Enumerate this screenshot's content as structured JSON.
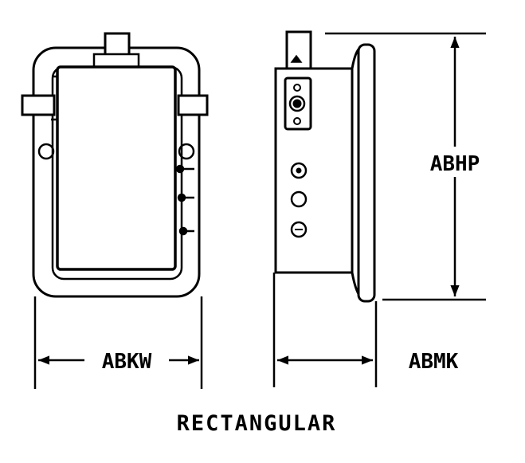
{
  "labels": {
    "height_dim": "ABHP",
    "width_dim": "ABKW",
    "depth_dim": "ABMK",
    "caption": "RECTANGULAR"
  },
  "colors": {
    "ink": "#000000",
    "paper": "#ffffff"
  }
}
